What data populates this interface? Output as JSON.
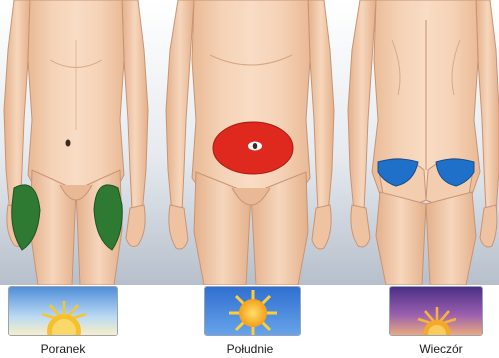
{
  "labels": {
    "morning": "Poranek",
    "noon": "Południe",
    "evening": "Wieczór"
  },
  "injection_sites": {
    "morning": "thighs",
    "noon": "abdomen",
    "evening": "buttocks"
  },
  "icons": {
    "morning": "sunrise-icon",
    "noon": "midday-sun-icon",
    "evening": "sunset-icon"
  },
  "colors": {
    "morning_site": "#2e7a33",
    "noon_site": "#e0291e",
    "evening_site": "#1f70c8",
    "skin": "#f1c8a8",
    "backdrop": "#c3cbd6"
  }
}
